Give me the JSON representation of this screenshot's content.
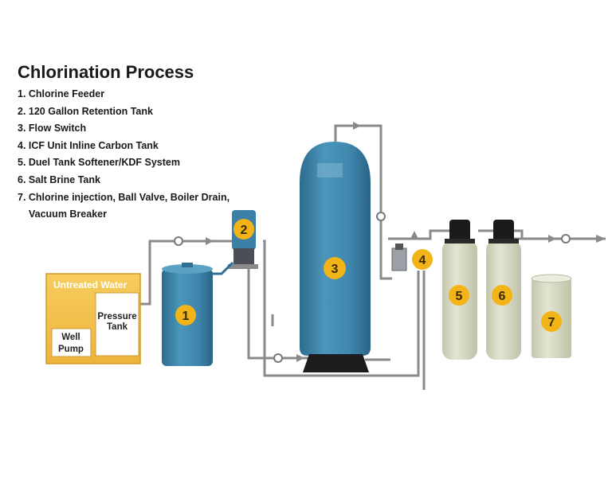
{
  "title": "Chlorination Process",
  "legend": [
    "1. Chlorine Feeder",
    "2. 120 Gallon Retention Tank",
    "3. Flow Switch",
    "4. ICF Unit Inline Carbon Tank",
    "5. Duel Tank Softener/KDF System",
    "6. Salt Brine Tank",
    "7. Chlorine injection, Ball Valve, Boiler Drain,",
    "Vacuum Breaker"
  ],
  "box": {
    "title": "Untreated Water",
    "pressure_tank_line1": "Pressure",
    "pressure_tank_line2": "Tank",
    "well_pump_line1": "Well",
    "well_pump_line2": "Pump"
  },
  "markers": [
    "1",
    "2",
    "3",
    "4",
    "5",
    "6",
    "7"
  ],
  "colors": {
    "blue_tank": "#3a7fa3",
    "tan_tank": "#d6d8c2",
    "marker": "#f2b417",
    "box_fill": "#f3c24f",
    "pipe": "#8a8a8a"
  }
}
